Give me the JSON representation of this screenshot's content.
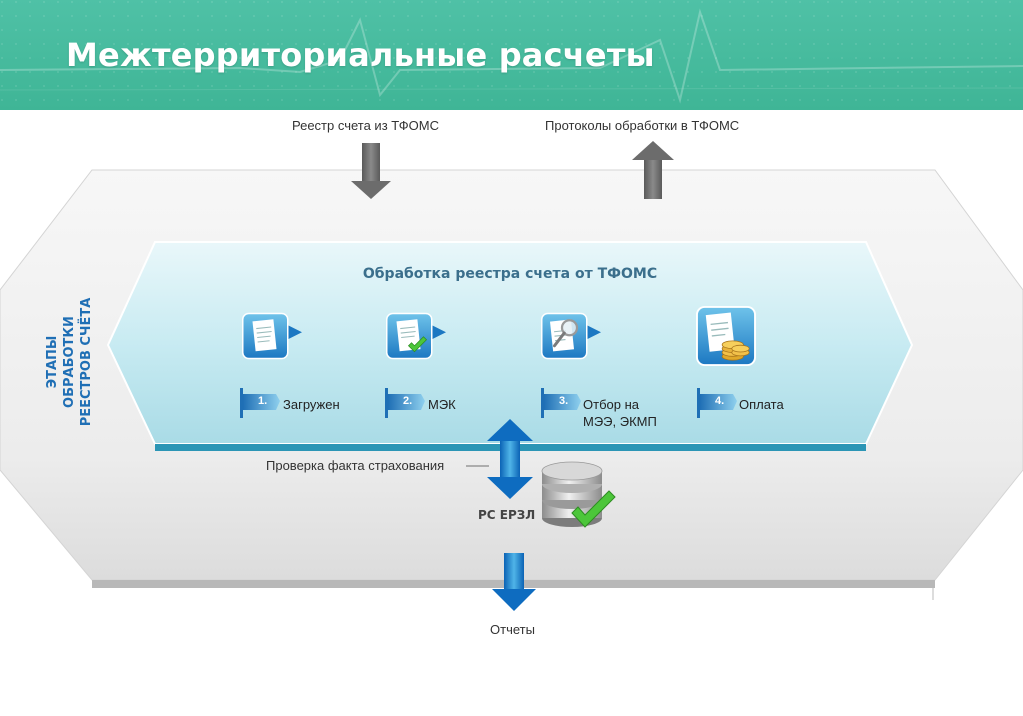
{
  "header": {
    "title": "Межтерриториальные расчеты"
  },
  "flow": {
    "input_label": "Реестр счета из ТФОМС",
    "output_label": "Протоколы обработки в ТФОМС",
    "reports_label": "Отчеты",
    "insurance_check_label": "Проверка факта страхования"
  },
  "outer_block": {
    "side_label_line1": "ЭТАПЫ ОБРАБОТКИ",
    "side_label_line2": "РЕЕСТРОВ СЧЁТА"
  },
  "inner_block": {
    "title": "Обработка реестра счета от ТФОМС"
  },
  "steps": [
    {
      "number": "1.",
      "label_line1": "Загружен",
      "label_line2": "",
      "icon": "document-icon"
    },
    {
      "number": "2.",
      "label_line1": "МЭК",
      "label_line2": "",
      "icon": "document-check-icon"
    },
    {
      "number": "3.",
      "label_line1": "Отбор на",
      "label_line2": "МЭЭ, ЭКМП",
      "icon": "document-magnifier-icon"
    },
    {
      "number": "4.",
      "label_line1": "Оплата",
      "label_line2": "",
      "icon": "document-coins-icon"
    }
  ],
  "database": {
    "label": "РС ЕРЗЛ",
    "icon": "database-check-icon"
  },
  "colors": {
    "banner": "#45b99b",
    "accent_blue": "#1f6fb5",
    "inner_block": "#bfe6ee",
    "check_green": "#4cc63a"
  }
}
